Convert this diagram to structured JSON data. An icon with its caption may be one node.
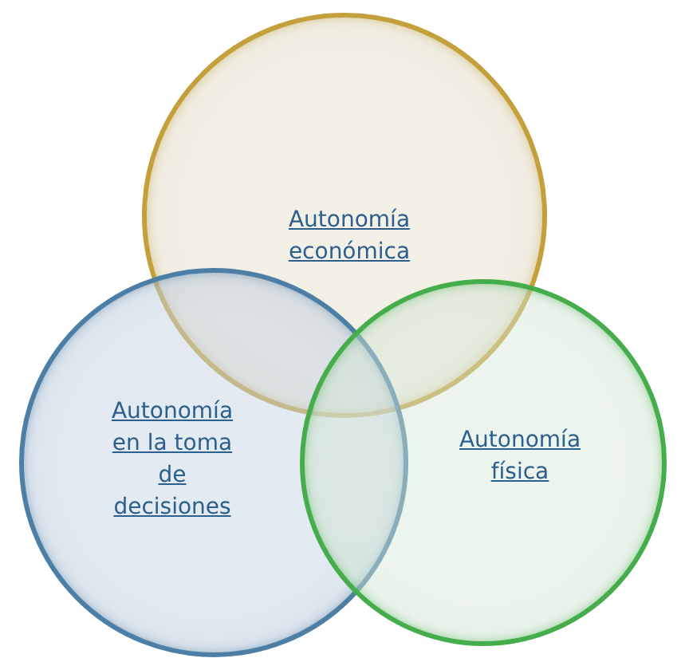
{
  "diagram": {
    "nodes": [
      {
        "text": [
          "Autonomía económica"
        ]
      },
      {
        "text": [
          "Autonomía en la toma de decisiones"
        ]
      },
      {
        "text": [
          "Autonomía física"
        ]
      }
    ]
  }
}
